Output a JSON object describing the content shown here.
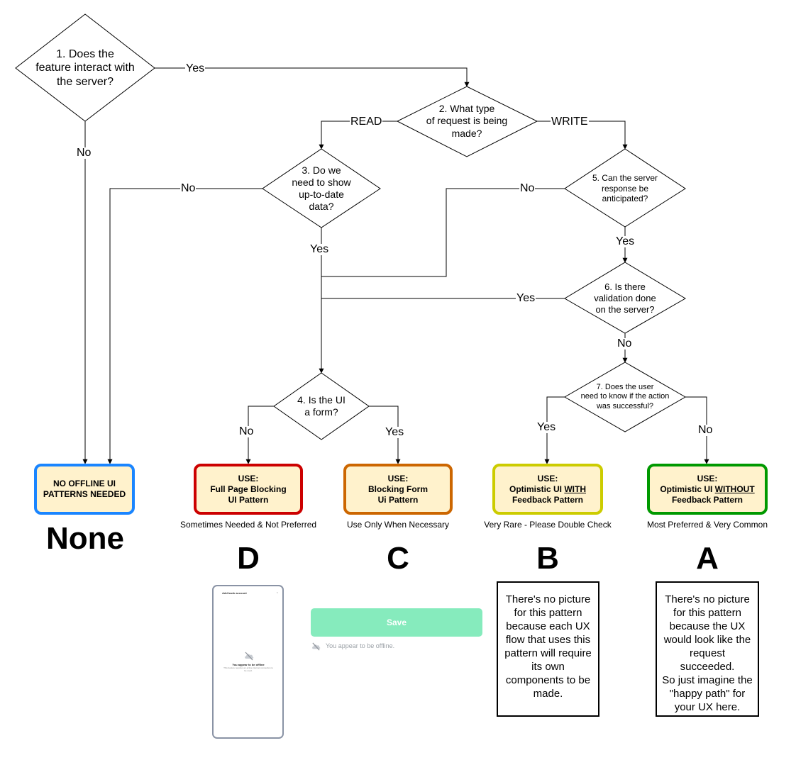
{
  "questions": {
    "q1": "1. Does the\nfeature interact with\nthe server?",
    "q2": "2. What type\nof request is being\nmade?",
    "q3": "3. Do we\nneed to show\nup-to-date\ndata?",
    "q4": "4. Is the UI\na form?",
    "q5": "5. Can the server\nresponse be\nanticipated?",
    "q6": "6. Is there\nvalidation done\non the server?",
    "q7": "7. Does the user\nneed to know if the action\nwas successful?"
  },
  "edge_labels": {
    "q1_yes": "Yes",
    "q1_no": "No",
    "q2_read": "READ",
    "q2_write": "WRITE",
    "q3_no": "No",
    "q3_yes": "Yes",
    "q5_no": "No",
    "q5_yes": "Yes",
    "q6_yes": "Yes",
    "q6_no": "No",
    "q4_no": "No",
    "q4_yes": "Yes",
    "q7_yes": "Yes",
    "q7_no": "No"
  },
  "outcomes": {
    "none": {
      "line1": "NO OFFLINE UI",
      "line2": "PATTERNS NEEDED",
      "grade": "None",
      "color": "#1a85ff"
    },
    "d": {
      "line1": "USE:",
      "line2": "Full Page Blocking",
      "line3": "UI Pattern",
      "caption": "Sometimes Needed & Not Preferred",
      "grade": "D",
      "color": "#cc0000"
    },
    "c": {
      "line1": "USE:",
      "line2": "Blocking Form",
      "line3": "Ui Pattern",
      "caption": "Use Only When Necessary",
      "grade": "C",
      "color": "#cc6600"
    },
    "b": {
      "line1": "USE:",
      "line2_pre": "Optimistic UI ",
      "line2_em": "WITH",
      "line3": "Feedback Pattern",
      "caption": "Very Rare - Please Double Check",
      "grade": "B",
      "color": "#cccc00"
    },
    "a": {
      "line1": "USE:",
      "line2_pre": "Optimistic UI ",
      "line2_em": "WITHOUT",
      "line3": "Feedback Pattern",
      "caption": "Most Preferred & Very Common",
      "grade": "A",
      "color": "#009900"
    }
  },
  "examples": {
    "phone": {
      "title": "Add bank account",
      "close": "×",
      "message": "You appear to be offline",
      "subtext": "This feature requires an active internet connection to be used."
    },
    "form": {
      "save_label": "Save",
      "offline_text": "You appear to be offline."
    },
    "note_b": "There's no picture\nfor this pattern\nbecause each UX\nflow that uses this\npattern will require\nits own\ncomponents to be\nmade.",
    "note_a": "There's no picture\nfor this pattern\nbecause the UX\nwould look like the\nrequest succeeded.\nSo just imagine the\n\"happy path\" for\nyour UX here."
  },
  "colors": {
    "fill": "#fff2cc",
    "save_button": "#86ebbd"
  }
}
